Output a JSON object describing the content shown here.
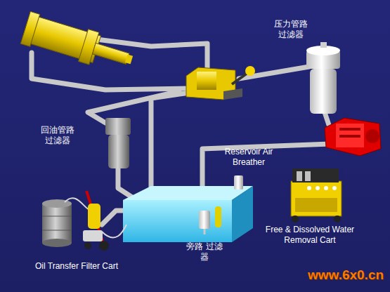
{
  "diagram": {
    "labels": [
      "压力管路 过滤器",
      "回油管路 过滤器",
      "Reservoir Air Breather",
      "Free & Dissolved Water Removal Cart",
      "旁路 过滤器",
      "Oil Transfer Filter Cart",
      "www.6x0.cn"
    ]
  }
}
